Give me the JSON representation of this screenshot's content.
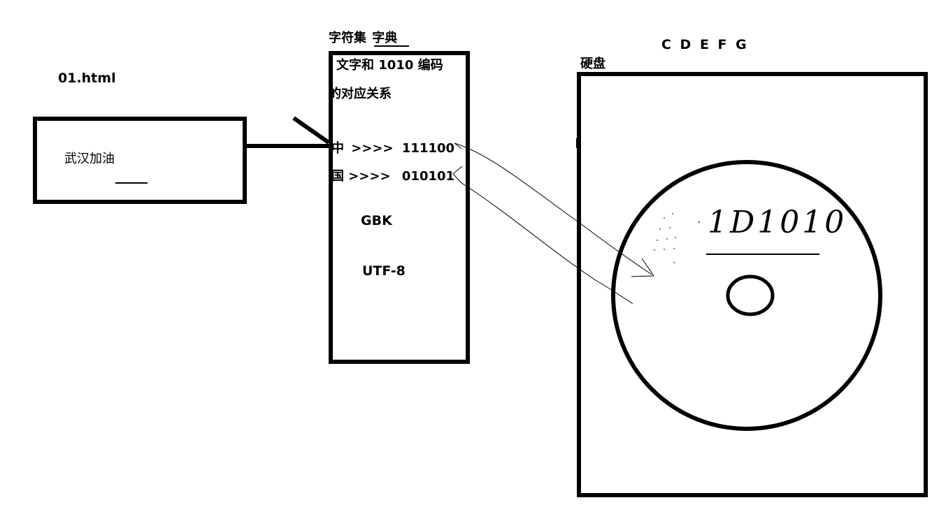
{
  "file": {
    "name": "01.html",
    "content": "武汉加油"
  },
  "dictionary": {
    "title_part1": "字符集",
    "title_part2": "字典",
    "desc_line1": "文字和 1010 编码",
    "desc_line2": "的对应关系",
    "mapping": [
      {
        "char": "中",
        "arrows": ">>>>",
        "code": "111100"
      },
      {
        "char": "国",
        "arrows": ">>>>",
        "code": "010101"
      }
    ],
    "encodings": [
      "GBK",
      "UTF-8"
    ]
  },
  "disk": {
    "drives": "C D E F G",
    "label": "硬盘",
    "handwritten_bits": "1D1010"
  }
}
